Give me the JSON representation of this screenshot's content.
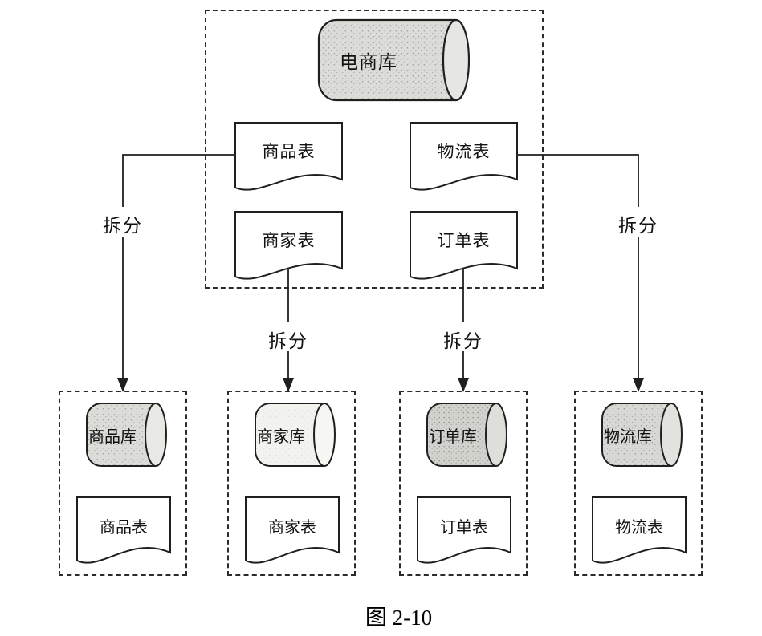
{
  "figure_caption": "图 2-10",
  "source": {
    "database": "电商库",
    "tables": [
      "商品表",
      "物流表",
      "商家表",
      "订单表"
    ]
  },
  "arrows": [
    {
      "label": "拆分",
      "from": "商品表",
      "to": "商品库"
    },
    {
      "label": "拆分",
      "from": "商家表",
      "to": "商家库"
    },
    {
      "label": "拆分",
      "from": "订单表",
      "to": "订单库"
    },
    {
      "label": "拆分",
      "from": "物流表",
      "to": "物流库"
    }
  ],
  "shards": [
    {
      "database": "商品库",
      "table": "商品表"
    },
    {
      "database": "商家库",
      "table": "商家表"
    },
    {
      "database": "订单库",
      "table": "订单表"
    },
    {
      "database": "物流库",
      "table": "物流表"
    }
  ],
  "colors": {
    "line": "#1f1f1f",
    "cylinder_fill": "#dadad6",
    "cylinder_fill_light": "#f2f2ee",
    "cylinder_fill_dark": "#d2d2ce",
    "background": "#ffffff"
  }
}
